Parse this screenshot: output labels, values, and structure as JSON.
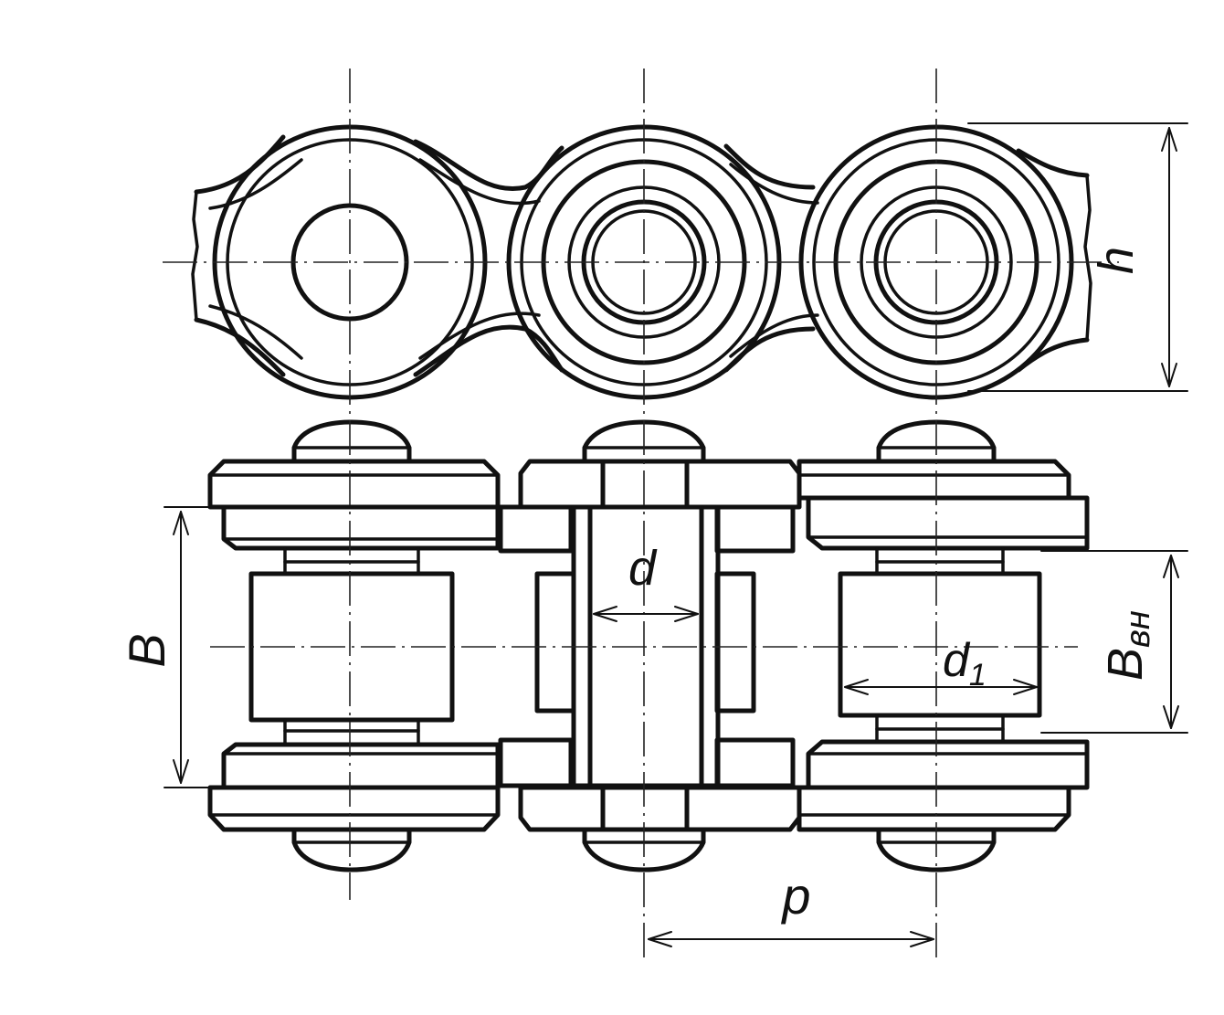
{
  "labels": {
    "h": "h",
    "B": "B",
    "d": "d",
    "d1_main": "d",
    "d1_sub": "1",
    "Bvn_main": "B",
    "Bvn_sub": "вн",
    "p": "p"
  }
}
